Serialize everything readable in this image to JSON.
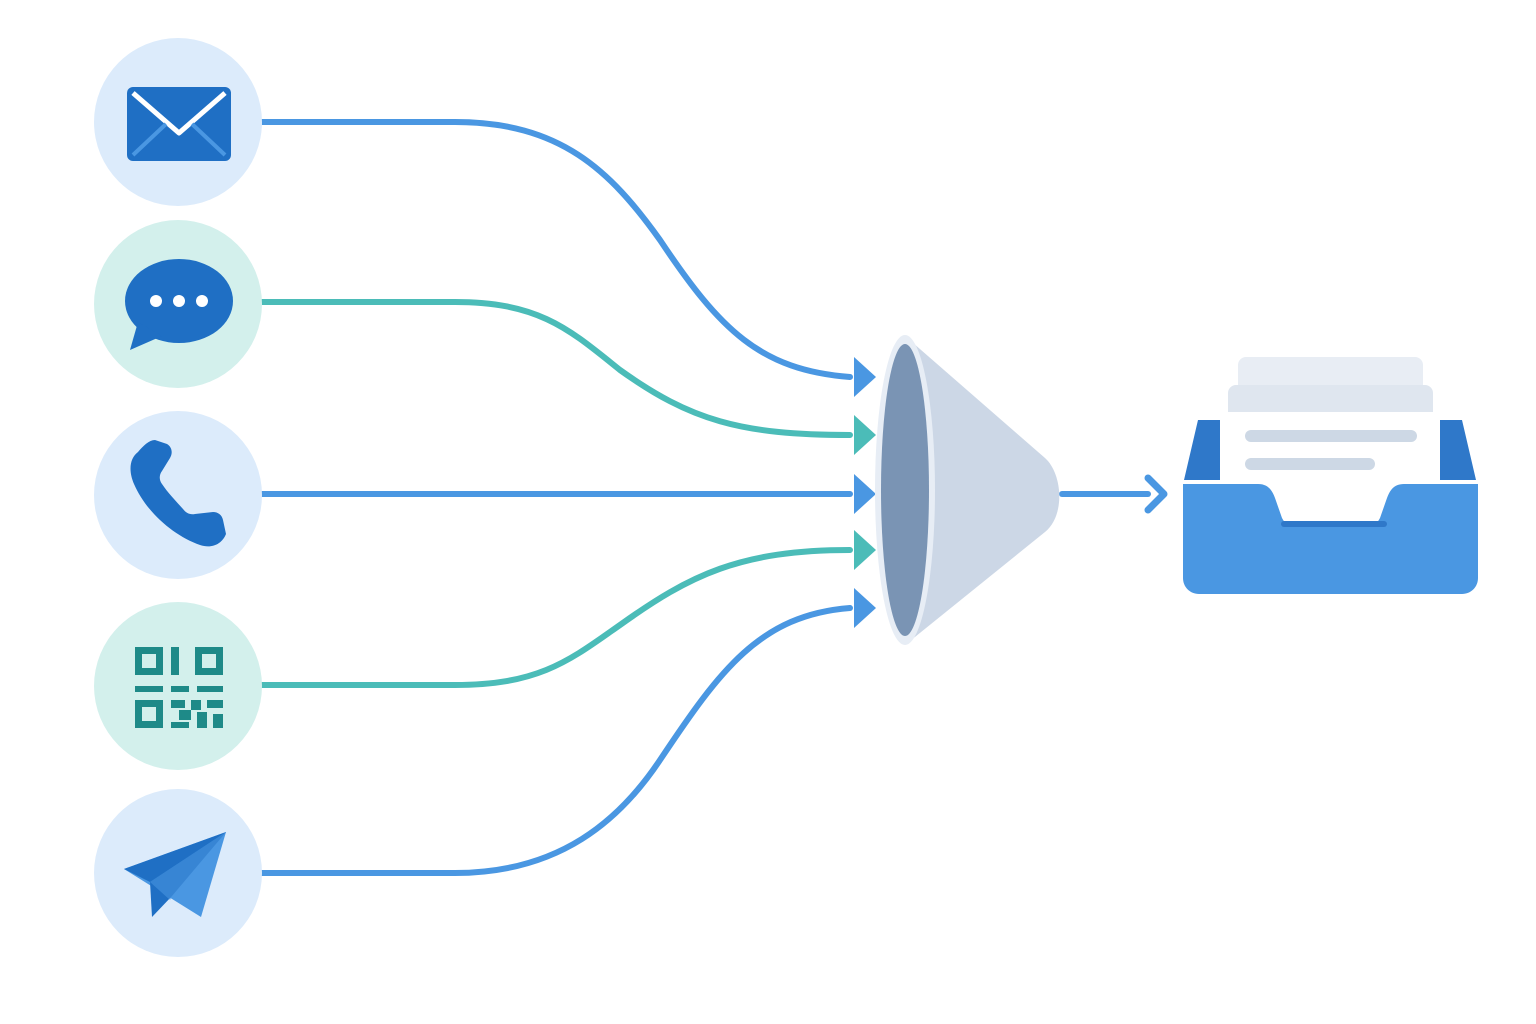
{
  "colors": {
    "background": "#ffffff",
    "blue": "#4a97e2",
    "teal": "#4bbcb8",
    "dark_blue": "#1f6fc4",
    "dark_teal": "#1e8a88",
    "light_blue_circle": "#dcebfb",
    "light_teal_circle": "#d3f0ec",
    "funnel_body": "#ccd7e6",
    "funnel_mouth": "#7a94b4",
    "tray": "#4a97e2",
    "tray_dark": "#2f78c9",
    "paper": "#e6edf5",
    "paper_line": "#cdd8e5"
  },
  "sources": [
    {
      "icon": "envelope-icon",
      "circle": "light_blue_circle",
      "line": "blue"
    },
    {
      "icon": "chat-bubble-icon",
      "circle": "light_teal_circle",
      "line": "teal"
    },
    {
      "icon": "phone-icon",
      "circle": "light_blue_circle",
      "line": "blue"
    },
    {
      "icon": "qr-code-icon",
      "circle": "light_teal_circle",
      "line": "teal"
    },
    {
      "icon": "paper-plane-icon",
      "circle": "light_blue_circle",
      "line": "blue"
    }
  ],
  "funnel": {
    "icon": "funnel-icon"
  },
  "destination": {
    "icon": "inbox-tray-icon"
  }
}
